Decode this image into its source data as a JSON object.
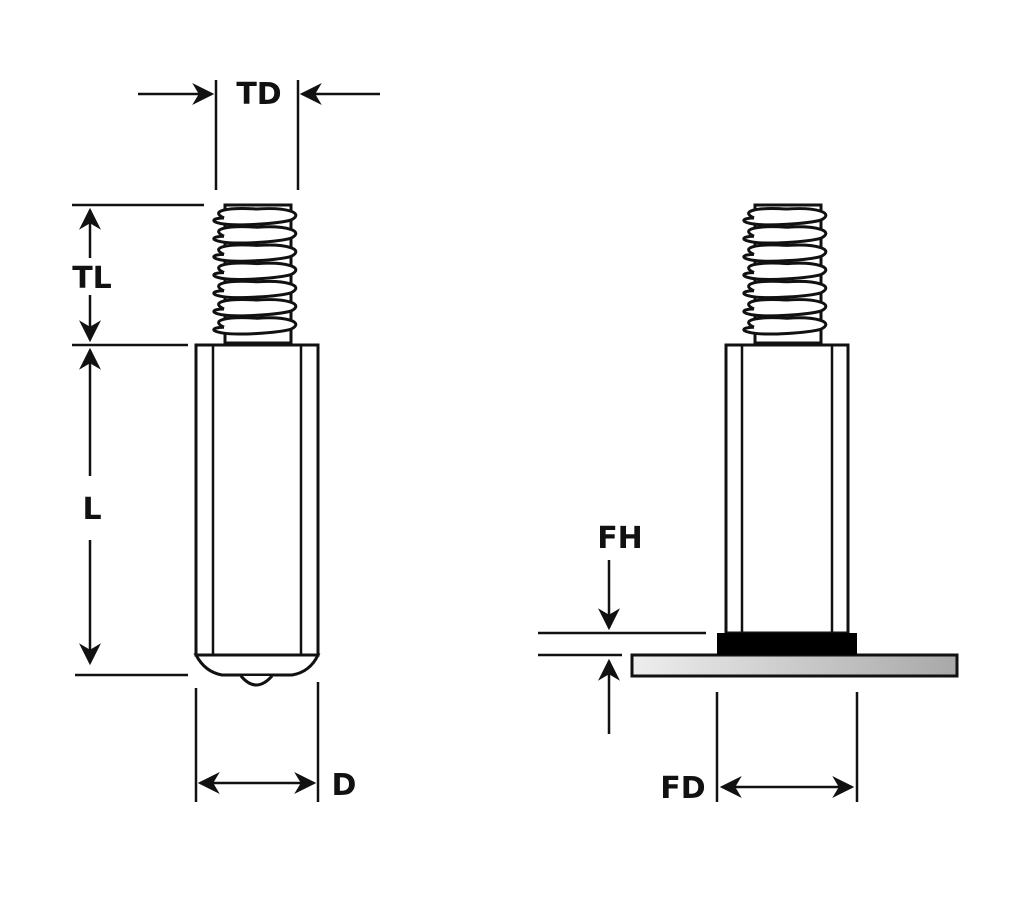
{
  "diagram": {
    "labels": {
      "thread_diameter": "TD",
      "thread_length": "TL",
      "length": "L",
      "diameter": "D",
      "flange_height": "FH",
      "flange_diameter": "FD"
    },
    "colors": {
      "line": "#111111",
      "flange": "#000000",
      "plate_light": "#eeeeee",
      "plate_dark": "#a8a8a8"
    },
    "thread_turns": 7
  }
}
